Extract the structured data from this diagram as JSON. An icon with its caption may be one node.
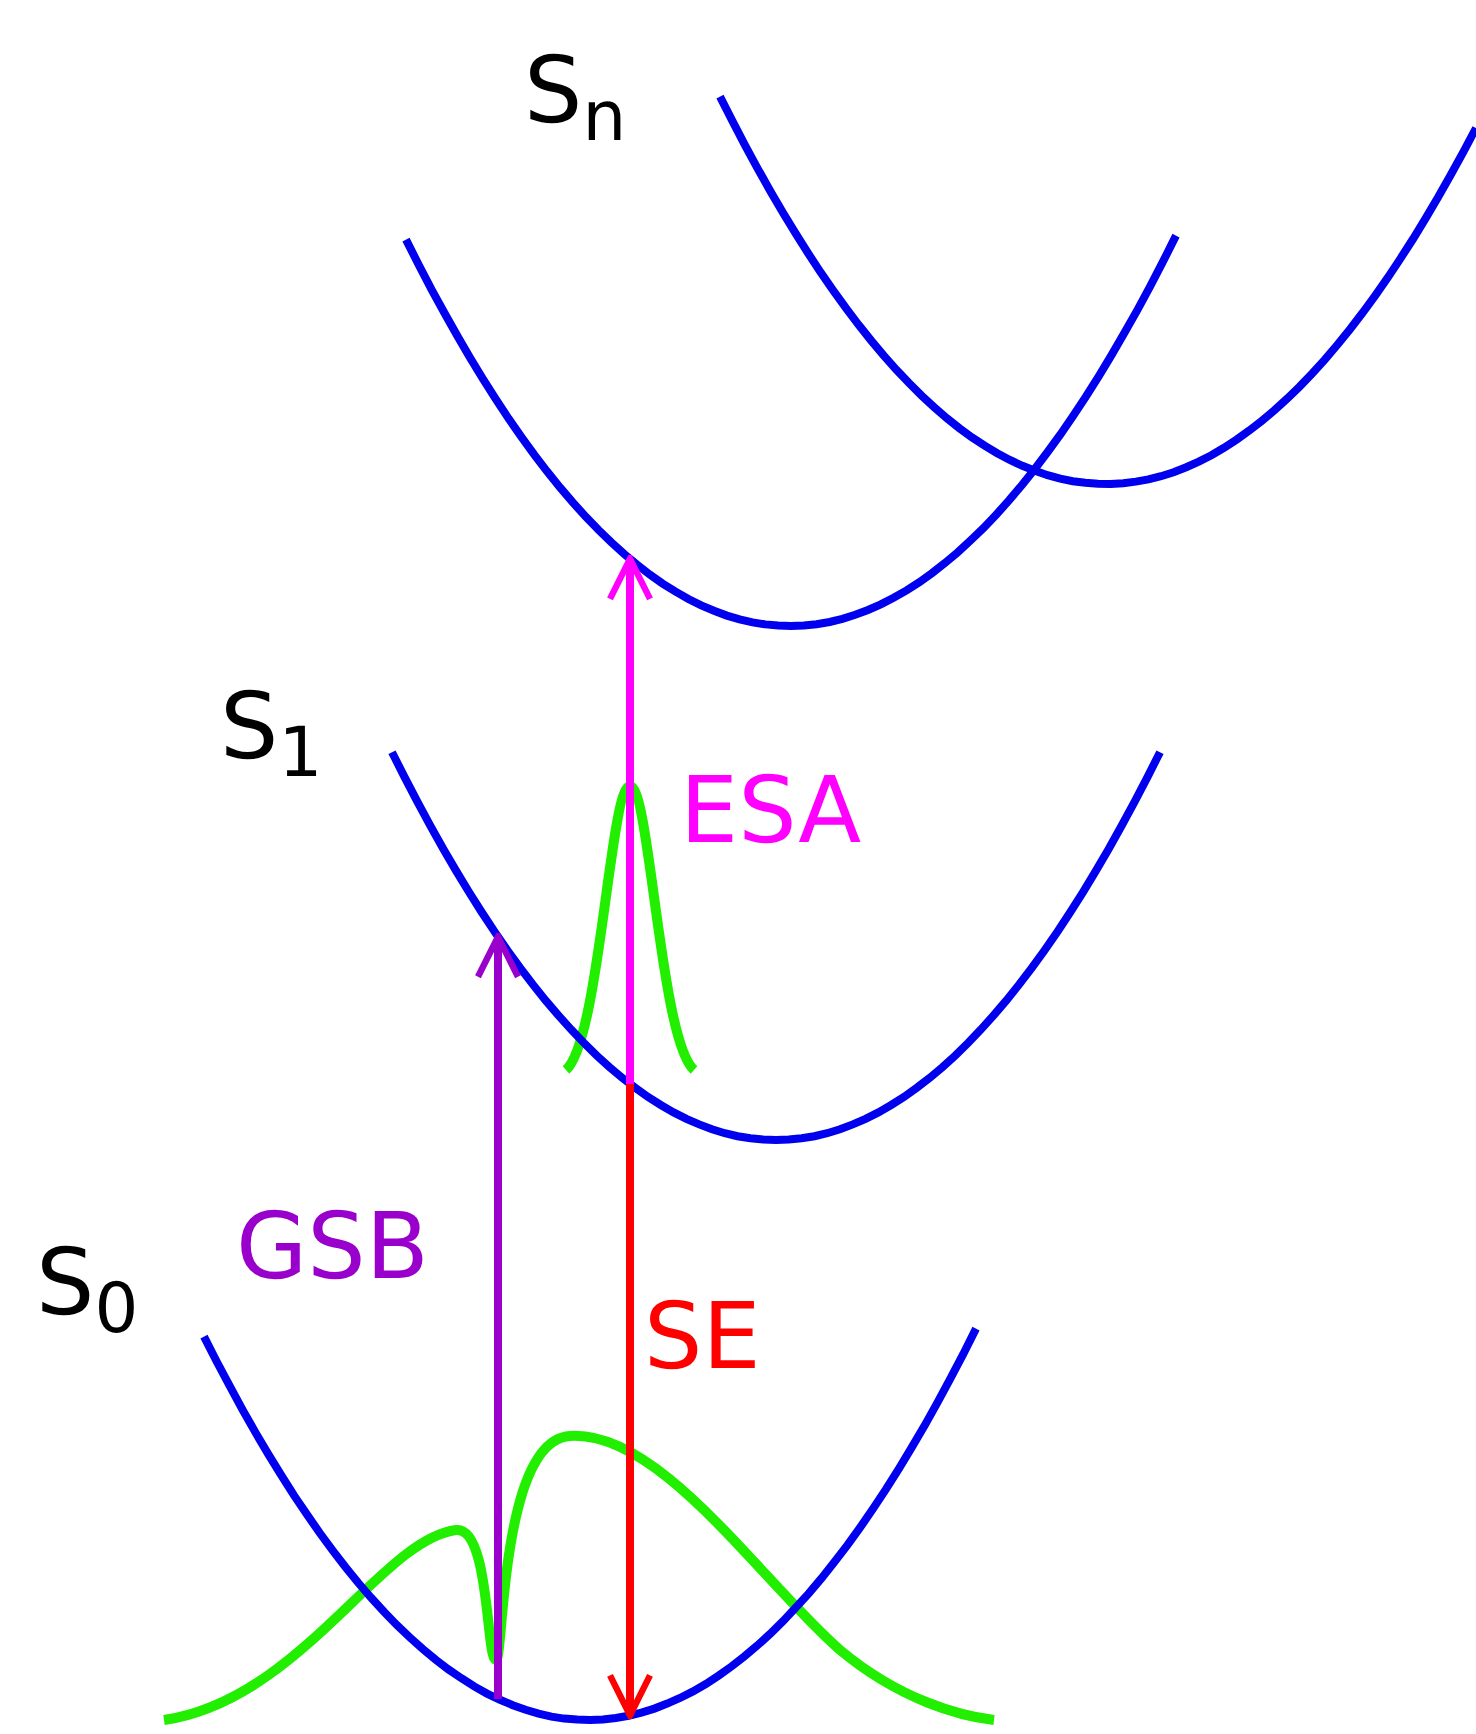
{
  "diagram": {
    "nodes": [
      {
        "text": [
          "S$_{n}$"
        ]
      },
      {
        "text": [],
        "shape": "curve"
      },
      {
        "text": [
          "S$_{1}$"
        ]
      },
      {
        "text": [
          "S$_{0}$"
        ]
      }
    ],
    "edges": [
      {
        "from": 3,
        "to": 2,
        "arrow": "to",
        "label": "GSB",
        "color": "#9900cc"
      },
      {
        "from": 2,
        "to": 0,
        "arrow": "to",
        "label": "ESA",
        "color": "#ff00ff"
      },
      {
        "from": 2,
        "to": 3,
        "arrow": "to",
        "label": "SE",
        "color": "#ff0000"
      }
    ]
  }
}
